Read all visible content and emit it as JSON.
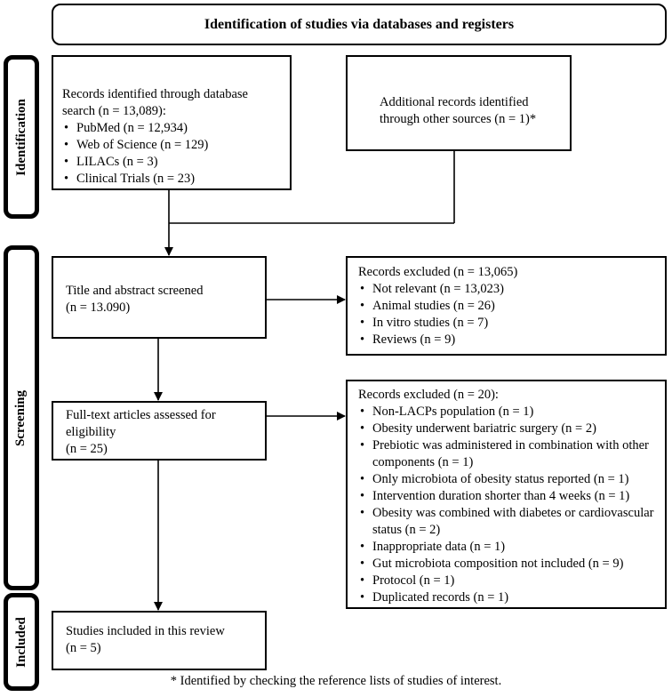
{
  "header": {
    "title": "Identification of studies via databases and registers"
  },
  "phases": {
    "identification": "Identification",
    "screening": "Screening",
    "included": "Included"
  },
  "boxes": {
    "database_search": {
      "lead": "Records identified through database search (n = 13,089):",
      "items": [
        "PubMed (n = 12,934)",
        "Web of Science (n = 129)",
        "LILACs (n = 3)",
        "Clinical Trials (n = 23)"
      ]
    },
    "other_sources": {
      "text": "Additional records identified through other sources (n = 1)*"
    },
    "title_abstract": {
      "line1": "Title and abstract screened",
      "line2": "(n = 13.090)"
    },
    "excluded_1": {
      "lead": "Records excluded (n = 13,065)",
      "items": [
        "Not relevant (n = 13,023)",
        "Animal studies (n = 26)",
        "In vitro studies (n = 7)",
        "Reviews (n = 9)"
      ]
    },
    "full_text": {
      "line1": "Full-text articles assessed for eligibility",
      "line2": "(n = 25)"
    },
    "excluded_2": {
      "lead": "Records excluded (n = 20):",
      "items": [
        "Non-LACPs population (n = 1)",
        "Obesity underwent bariatric surgery (n = 2)",
        "Prebiotic was administered in combination with other components (n = 1)",
        "Only microbiota of obesity status reported (n = 1)",
        "Intervention duration shorter than 4 weeks (n = 1)",
        "Obesity was combined with diabetes or cardiovascular status (n = 2)",
        "Inappropriate data (n = 1)",
        "Gut microbiota composition not included (n = 9)",
        "Protocol (n = 1)",
        "Duplicated records (n = 1)"
      ]
    },
    "included": {
      "line1": "Studies included in this review",
      "line2": "(n = 5)"
    }
  },
  "footnote": "* Identified by checking the reference lists of studies of interest."
}
